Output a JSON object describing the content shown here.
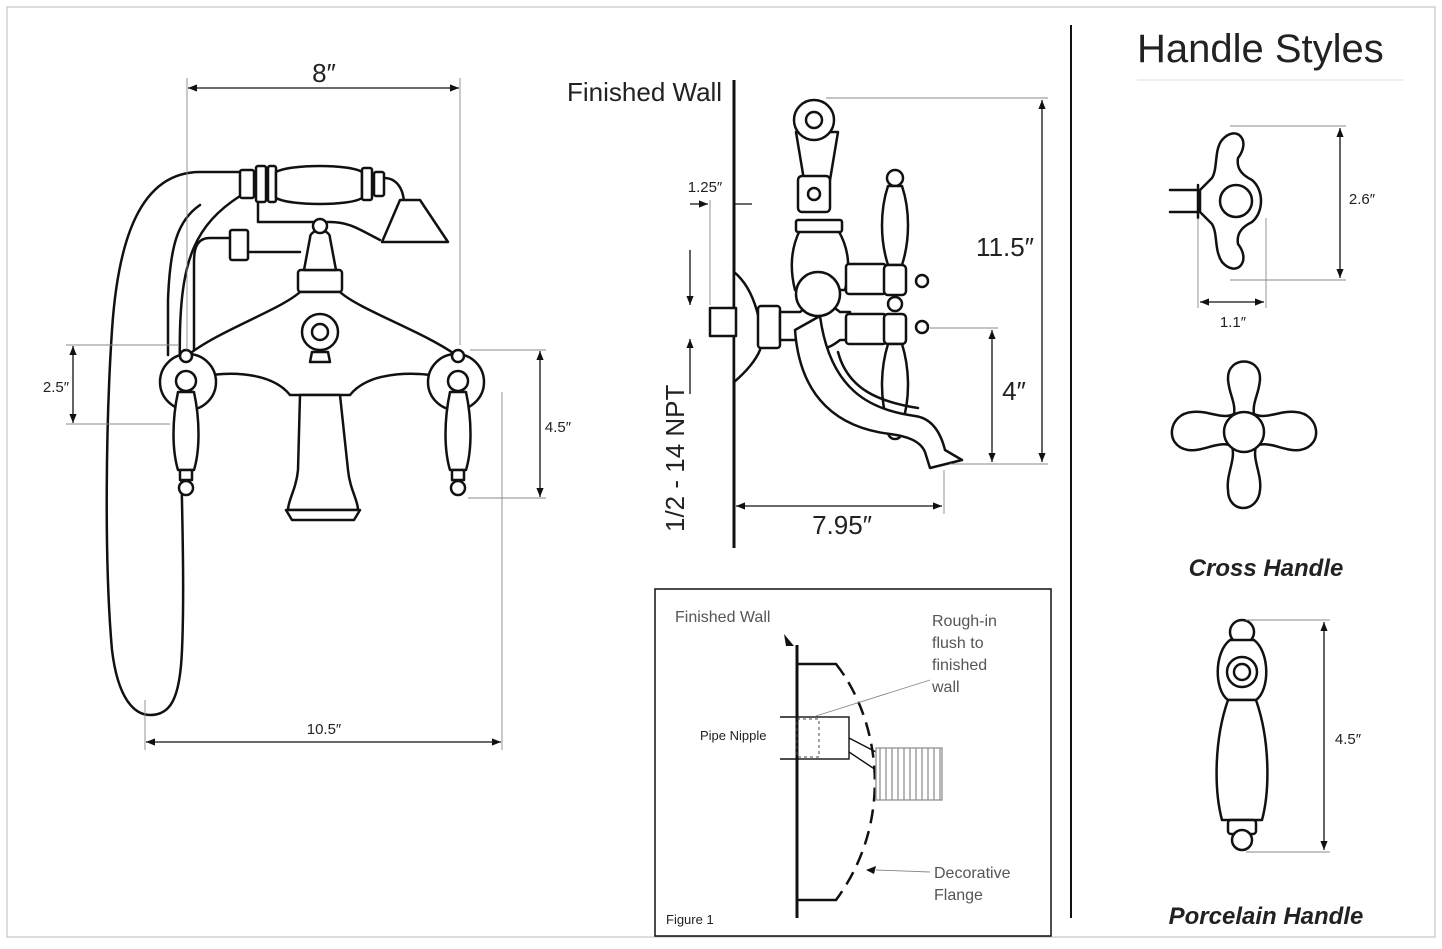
{
  "front_view": {
    "dim_width_top": "8″",
    "dim_width_bottom": "10.5″",
    "dim_left_height": "2.5″",
    "dim_right_height": "4.5″"
  },
  "side_view": {
    "wall_label": "Finished Wall",
    "dim_offset": "1.25″",
    "dim_total_height": "11.5″",
    "dim_inlet_height": "4″",
    "dim_projection": "7.95″",
    "thread_label": "1/2 - 14 NPT"
  },
  "figure1": {
    "wall_label": "Finished Wall",
    "rough_in_label": [
      "Rough-in",
      "flush to",
      "finished",
      "wall"
    ],
    "pipe_label": "Pipe Nipple",
    "flange_label": [
      "Decorative",
      "Flange"
    ],
    "caption": "Figure 1"
  },
  "handle_styles": {
    "title": "Handle Styles",
    "cross_height": "2.6″",
    "cross_width": "1.1″",
    "cross_name": "Cross Handle",
    "porcelain_height": "4.5″",
    "porcelain_name": "Porcelain Handle"
  }
}
